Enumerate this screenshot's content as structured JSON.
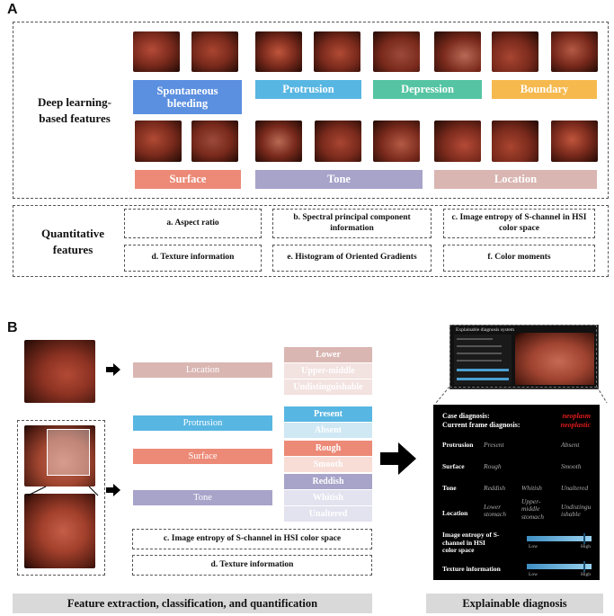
{
  "panel_a": {
    "letter": "A",
    "deep_label": "Deep learning-based features",
    "categories": [
      {
        "label": "Spontaneous bleeding",
        "color": "#5b8fe0"
      },
      {
        "label": "Protrusion",
        "color": "#58b6e2"
      },
      {
        "label": "Depression",
        "color": "#55c4a2"
      },
      {
        "label": "Boundary",
        "color": "#f6b94e"
      },
      {
        "label": "Surface",
        "color": "#ec8a77"
      },
      {
        "label": "Tone",
        "color": "#a7a3c9"
      },
      {
        "label": "Location",
        "color": "#d9b6b2"
      }
    ],
    "quant_label": "Quantitative features",
    "quant_items": [
      "a. Aspect ratio",
      "b. Spectral principal component information",
      "c. Image entropy of S-channel in HSI color space",
      "d. Texture information",
      "e. Histogram of Oriented Gradients",
      "f. Color moments"
    ]
  },
  "panel_b": {
    "letter": "B",
    "features": [
      {
        "label": "Location",
        "color": "#d9b6b2"
      },
      {
        "label": "Protrusion",
        "color": "#58b6e2"
      },
      {
        "label": "Surface",
        "color": "#ec8a77"
      },
      {
        "label": "Tone",
        "color": "#a7a3c9"
      }
    ],
    "options": [
      {
        "label": "Lower",
        "color": "#d9b6b2"
      },
      {
        "label": "Upper-middle",
        "color": "#f2e2e0"
      },
      {
        "label": "Undistinguishable",
        "color": "#f2e2e0"
      },
      {
        "label": "Present",
        "color": "#58b6e2"
      },
      {
        "label": "Absent",
        "color": "#cfe8f4"
      },
      {
        "label": "Rough",
        "color": "#ec8a77"
      },
      {
        "label": "Smooth",
        "color": "#f8ddd7"
      },
      {
        "label": "Reddish",
        "color": "#a7a3c9"
      },
      {
        "label": "Whitish",
        "color": "#e3e2ef"
      },
      {
        "label": "Unaltered",
        "color": "#e3e2ef"
      }
    ],
    "quant_boxes": [
      "c. Image entropy of S-channel in HSI color space",
      "d. Texture information"
    ],
    "left_caption": "Feature extraction, classification, and quantification",
    "right_caption": "Explainable diagnosis"
  },
  "diagnosis": {
    "system_title": "Explainable diagnosis system",
    "case_label": "Case diagnosis:",
    "frame_label": "Current frame diagnosis:",
    "case_value": "neoplasm",
    "frame_value": "neoplastic",
    "accent": "#e01b1b",
    "rows": [
      {
        "name": "Protrusion",
        "v1": "Present",
        "v2": "",
        "v3": "Absent"
      },
      {
        "name": "Surface",
        "v1": "Rough",
        "v2": "",
        "v3": "Smooth"
      },
      {
        "name": "Tone",
        "v1": "Reddish",
        "v2": "Whitish",
        "v3": "Unaltered"
      },
      {
        "name": "Location",
        "v1": "Lower stomach",
        "v2": "Upper-middle stomach",
        "v3": "Undistingu ishable"
      }
    ],
    "entropy_label": "Image entropy of S-channel in HSI color space",
    "texture_label": "Texture information",
    "low": "Low",
    "high": "High",
    "entropy_level": 0.88,
    "texture_level": 0.88
  }
}
